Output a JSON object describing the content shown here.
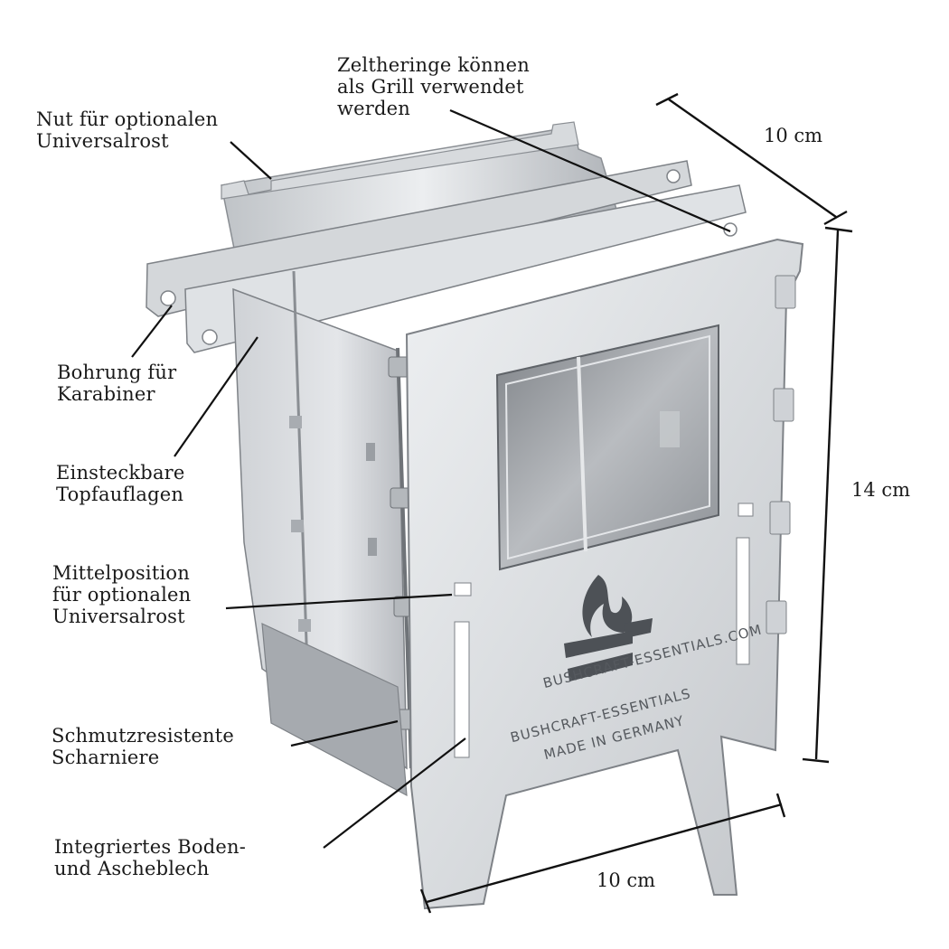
{
  "labels": {
    "nut": [
      "Nut für optionalen",
      "Universalrost"
    ],
    "zeltheringe": [
      "Zeltheringe können",
      "als Grill verwendet",
      "werden"
    ],
    "bohrung": [
      "Bohrung für",
      "Karabiner"
    ],
    "topfauflagen": [
      "Einsteckbare",
      "Topfauflagen"
    ],
    "mittelposition": [
      "Mittelposition",
      "für optionalen",
      "Universalrost"
    ],
    "scharniere": [
      "Schmutzresistente",
      "Scharniere"
    ],
    "bodenblech": [
      "Integriertes Boden-",
      "und Ascheblech"
    ]
  },
  "dimensions": {
    "depth": "10 cm",
    "height": "14 cm",
    "width": "10 cm"
  },
  "stamp": {
    "website": "BUSHCRAFT-ESSENTIALS.COM",
    "brand": "BUSHCRAFT-ESSENTIALS",
    "origin": "MADE IN GERMANY"
  },
  "colors": {
    "steel_light": "#e6e8ea",
    "steel_mid": "#c9ccd0",
    "steel_dark": "#9a9ea3",
    "ink": "#1a1a1a"
  }
}
